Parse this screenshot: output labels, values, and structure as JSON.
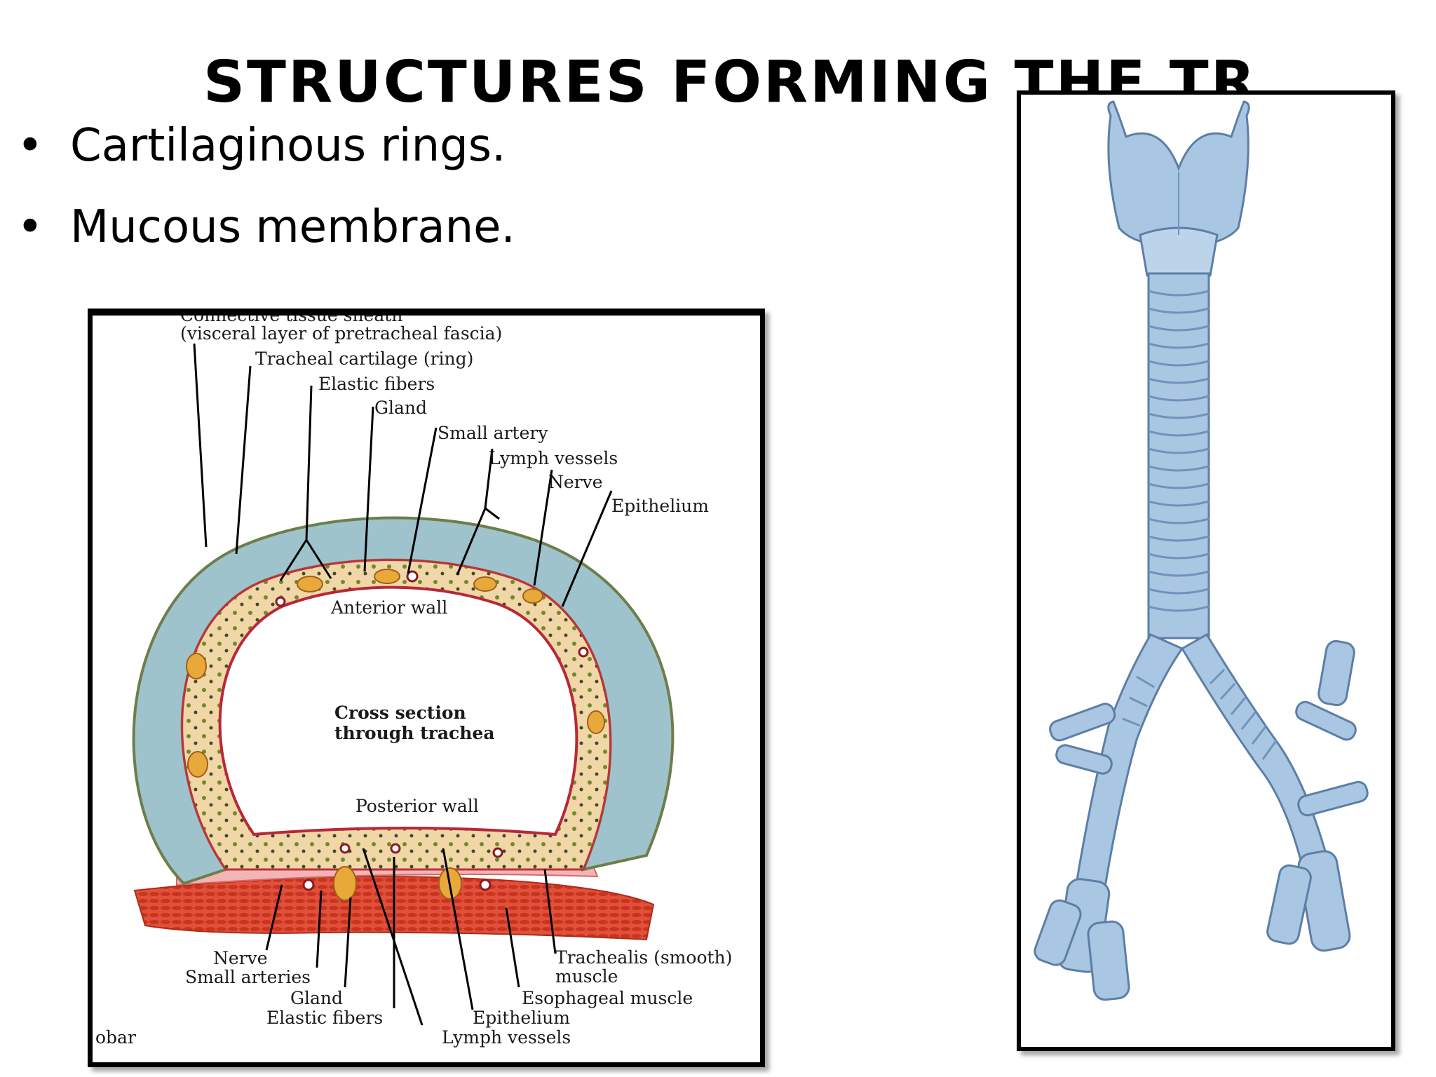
{
  "slide": {
    "title": "STRUCTURES FORMING THE TRACHEA",
    "bullets": [
      "Cartilaginous rings.",
      "Mucous membrane."
    ]
  },
  "cross_section": {
    "labels": {
      "sheath": "Connective tissue sheath",
      "sheath_sub": "(visceral layer of pretracheal fascia)",
      "cartilage": "Tracheal cartilage (ring)",
      "elastic_top": "Elastic fibers",
      "gland_top": "Gland",
      "small_artery": "Small artery",
      "lymph_top": "Lymph vessels",
      "nerve_top": "Nerve",
      "epithelium_top": "Epithelium",
      "anterior": "Anterior wall",
      "center_line1": "Cross section",
      "center_line2": "through trachea",
      "posterior": "Posterior wall",
      "nerve_bottom": "Nerve",
      "small_arteries": "Small arteries",
      "gland_bottom": "Gland",
      "elastic_bottom": "Elastic fibers",
      "trachealis_line1": "Trachealis (smooth)",
      "trachealis_line2": "muscle",
      "esophageal": "Esophageal muscle",
      "epithelium_bottom": "Epithelium",
      "lymph_bottom": "Lymph vessels",
      "corner": "obar"
    }
  },
  "colors": {
    "cartilage": "#9fc3cc",
    "mucosa": "#f1d6a8",
    "gland": "#e8a93a",
    "epithelium_line": "#c0303c",
    "muscle": "#e0484a",
    "trachea_blue": "#a9c6e2",
    "trachea_dark": "#6f93bb"
  }
}
